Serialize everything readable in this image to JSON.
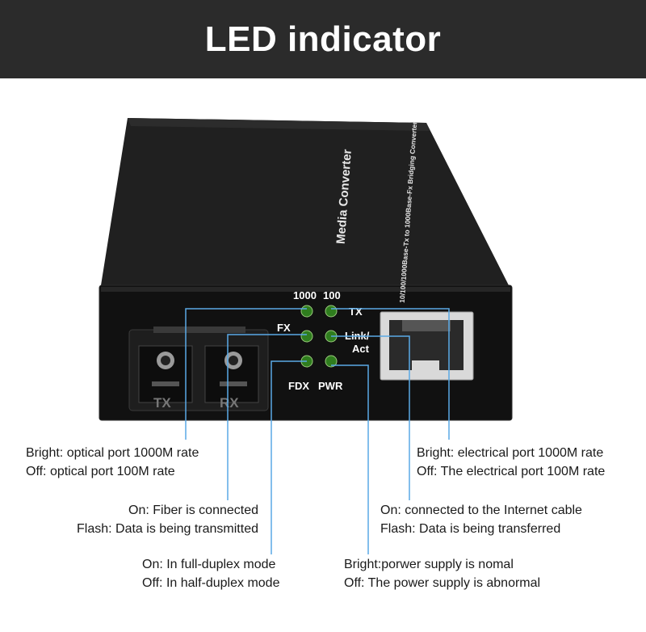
{
  "banner": {
    "title": "LED indicator"
  },
  "device": {
    "brand_label": "Media Converter",
    "model_label": "10/100/1000Base-Tx to 1000Base-Fx Bridging Converter",
    "led_labels": {
      "speed_1000": "1000",
      "speed_100": "100",
      "tx": "TX",
      "fx": "FX",
      "link_act_1": "Link/",
      "link_act_2": "Act",
      "fdx": "FDX",
      "pwr": "PWR"
    },
    "port_labels": {
      "tx_port": "TX",
      "rx_port": "RX"
    },
    "colors": {
      "case": "#1b1b1b",
      "led": "#2f7d1e",
      "callout_line": "#5aa9e6"
    }
  },
  "callouts": {
    "fiber_speed": {
      "line1": "Bright: optical port 1000M rate",
      "line2": "Off: optical port 100M rate"
    },
    "fiber_link": {
      "line1": "On: Fiber is connected",
      "line2": "Flash: Data is being transmitted"
    },
    "duplex": {
      "line1": "On: In full-duplex mode",
      "line2": "Off: In half-duplex mode"
    },
    "eth_speed": {
      "line1": "Bright: electrical port 1000M rate",
      "line2": "Off: The electrical port 100M rate"
    },
    "eth_link": {
      "line1": "On: connected to the Internet cable",
      "line2": "Flash: Data is being transferred"
    },
    "power": {
      "line1": "Bright:porwer supply is nomal",
      "line2": "Off: The power supply is abnormal"
    }
  }
}
